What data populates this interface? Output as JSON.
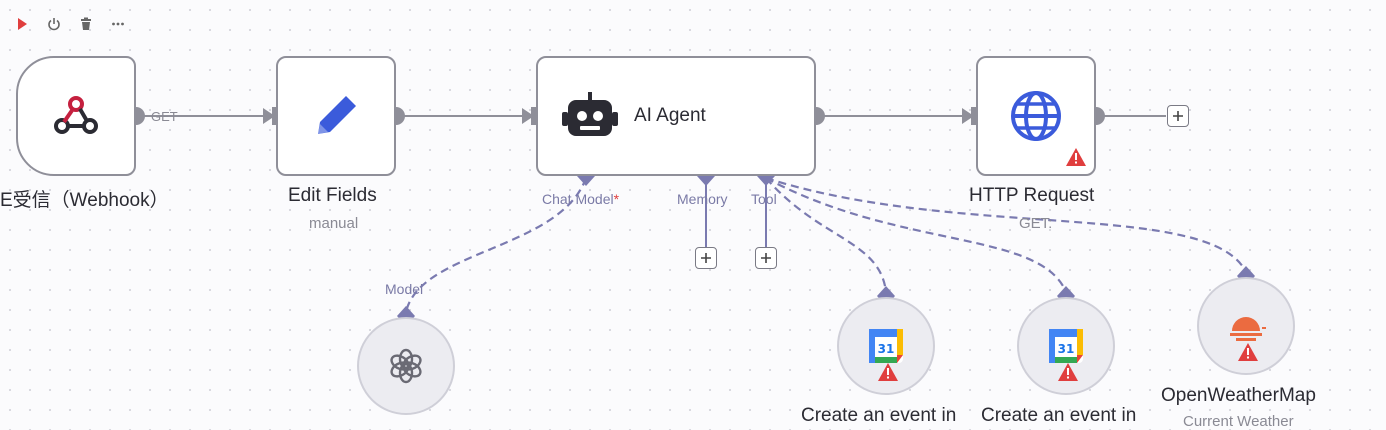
{
  "toolbar": {
    "run_icon": "play-icon",
    "power_icon": "power-icon",
    "delete_icon": "trash-icon",
    "more_icon": "more-icon"
  },
  "nodes": {
    "webhook": {
      "title": "E受信（Webhook）",
      "edge_label": "GET",
      "icon": "webhook-icon"
    },
    "edit_fields": {
      "title": "Edit Fields",
      "subtitle": "manual",
      "icon": "pencil-icon"
    },
    "ai_agent": {
      "title": "AI Agent",
      "icon": "robot-icon",
      "port_chat_model": "Chat Model",
      "port_chat_model_required": "*",
      "port_memory": "Memory",
      "port_tool": "Tool"
    },
    "http_request": {
      "title": "HTTP Request",
      "subtitle": "GET:",
      "icon": "globe-icon",
      "warning": true
    },
    "openai_model": {
      "port_label": "Model",
      "icon": "openai-icon"
    },
    "calendar_1": {
      "title": "Create an event in",
      "icon": "google-calendar-icon",
      "icon_text": "31",
      "warning": true
    },
    "calendar_2": {
      "title": "Create an event in",
      "icon": "google-calendar-icon",
      "icon_text": "31",
      "warning": true
    },
    "weather": {
      "title": "OpenWeatherMap",
      "subtitle": "Current Weather",
      "icon": "sun-cloud-icon",
      "warning": true
    }
  },
  "colors": {
    "accent_red": "#e03e3e",
    "webhook_red": "#c5203f",
    "pencil_blue": "#3b5bdb",
    "globe_blue": "#3b5bdb",
    "weather_orange": "#eb6b40",
    "port_purple": "#7a7ab0"
  }
}
